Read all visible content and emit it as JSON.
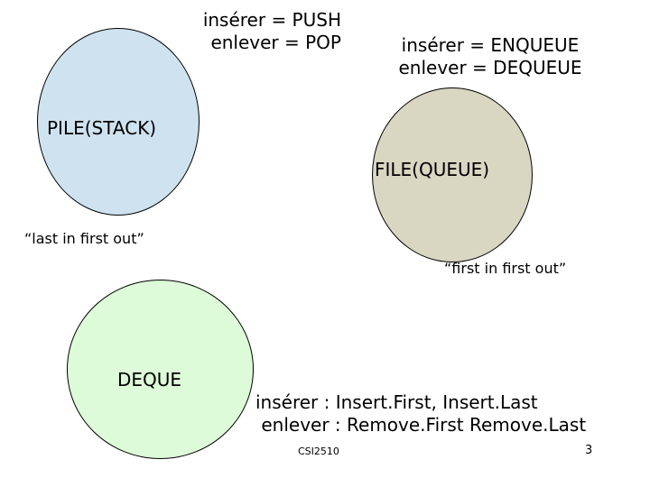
{
  "slide": {
    "stack": {
      "ops": "insérer = PUSH\n   enlever = POP",
      "label": "PILE(STACK)",
      "caption": "“last in first out”"
    },
    "queue": {
      "ops": "insérer = ENQUEUE\nenlever = DEQUEUE",
      "label": "FILE(QUEUE)",
      "caption": "“first in first out”"
    },
    "deque": {
      "label": "DEQUE",
      "ops": "insérer : Insert.First, Insert.Last\n enlever : Remove.First Remove.Last"
    },
    "footer": {
      "course": "CSI2510",
      "page_number": "3"
    },
    "colors": {
      "stack_fill": "#cfe2ef",
      "queue_fill": "#d9d6c2",
      "deque_fill": "#ddfbd8",
      "outline": "#000000",
      "background": "#ffffff"
    }
  }
}
